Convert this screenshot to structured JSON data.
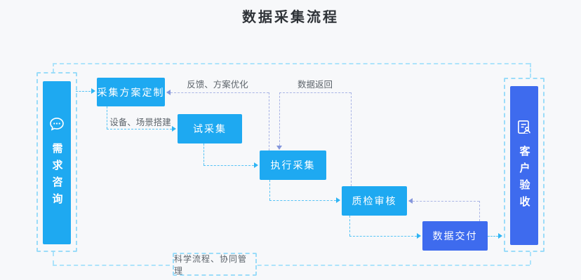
{
  "title": "数据采集流程",
  "colors": {
    "background": "#f7f8fa",
    "light_blue_box": "#1ea9f1",
    "royal_blue_box": "#3e6bee",
    "flow_dash": "#55c3f5",
    "feedback_dash": "#a9b4e5",
    "frame_dash": "#9bdcf9",
    "outer_loop_dash": "#ade3fb",
    "label_text": "#5d646b",
    "box_text": "#ffffff",
    "title_text": "#2f3338"
  },
  "nodes": {
    "demand": {
      "label": "需求咨询",
      "icon": "chat-bubble-icon"
    },
    "plan": {
      "label": "采集方案定制"
    },
    "trial": {
      "label": "试采集"
    },
    "execute": {
      "label": "执行采集"
    },
    "qa": {
      "label": "质检审核"
    },
    "delivery": {
      "label": "数据交付"
    },
    "acceptance": {
      "label": "客户验收",
      "icon": "document-person-icon"
    }
  },
  "edge_labels": {
    "feedback": "反馈、方案优化",
    "data_return": "数据返回",
    "setup": "设备、场景搭建",
    "management": "科学流程、协同管理"
  }
}
